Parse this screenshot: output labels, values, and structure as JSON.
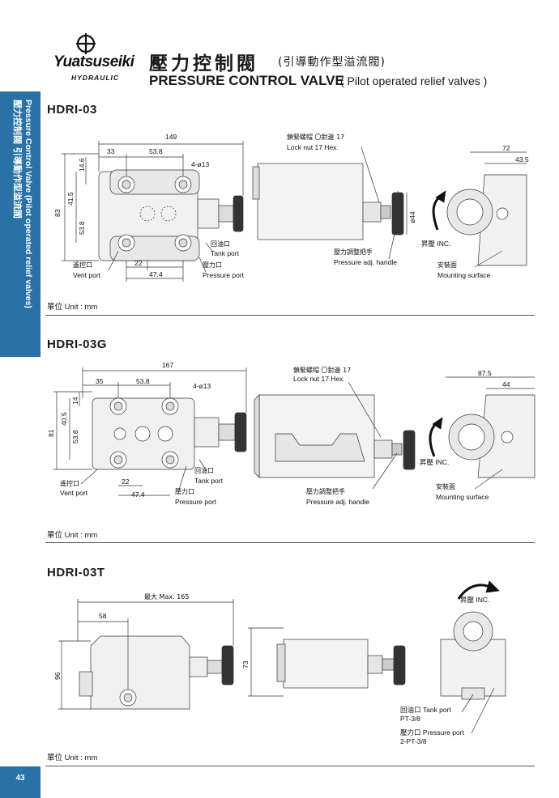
{
  "sidebar": {
    "label_zh": "壓力控制閥  引導動作型溢流閥",
    "label_en": "Pressure Control Valve (Pilot operated relief valves)",
    "color": "#2a72a6"
  },
  "page_number": "43",
  "brand": {
    "name": "Yuatsuseiki",
    "subname": "HYDRAULIC",
    "mark": "circle-cross-icon"
  },
  "header": {
    "title_zh": "壓力控制閥",
    "title_zh_sub": "(引導動作型溢流閥)",
    "title_en": "PRESSURE CONTROL VALVE",
    "title_en_sub": "( Pilot operated relief valves )"
  },
  "sections": [
    {
      "model": "HDRI-03",
      "unit": "單位 Unit : mm",
      "dims": {
        "width": "149",
        "d33": "33",
        "d53_8": "53.8",
        "d14_6": "14.6",
        "d41_5": "41.5",
        "d83": "83",
        "d53_8v": "53.8",
        "d22": "22",
        "d47_4": "47.4",
        "holes": "4-ø13",
        "d72": "72",
        "d43_5": "43.5",
        "d44": "ø44"
      },
      "labels": {
        "lock_zh": "鎖緊螺帽 〇對邊 17",
        "lock_en": "Lock nut 17 Hex.",
        "tank_zh": "回油口",
        "tank_en": "Tank port",
        "pressure_zh": "壓力口",
        "pressure_en": "Pressure port",
        "vent_zh": "遙控口",
        "vent_en": "Vent port",
        "handle_zh": "壓力調整把手",
        "handle_en": "Pressure adj. handle",
        "inc": "昇壓 INC.",
        "mount_zh": "安裝面",
        "mount_en": "Mounting surface"
      }
    },
    {
      "model": "HDRI-03G",
      "unit": "單位 Unit : mm",
      "dims": {
        "width": "167",
        "d35": "35",
        "d53_8": "53.8",
        "d14": "14",
        "d40_5": "40.5",
        "d81": "81",
        "d53_8v": "53.8",
        "d22": "22",
        "d47_4": "47.4",
        "holes": "4-ø13",
        "d87_5": "87.5",
        "d44": "44"
      },
      "labels": {
        "lock_zh": "鎖緊螺帽 〇對邊 17",
        "lock_en": "Lock nut 17 Hex.",
        "tank_zh": "回油口",
        "tank_en": "Tank port",
        "pressure_zh": "壓力口",
        "pressure_en": "Pressure port",
        "vent_zh": "遙控口",
        "vent_en": "Vent port",
        "handle_zh": "壓力調整把手",
        "handle_en": "Pressure adj. handle",
        "inc": "昇壓 INC.",
        "mount_zh": "安裝面",
        "mount_en": "Mounting surface"
      }
    },
    {
      "model": "HDRI-03T",
      "unit": "單位 Unit : mm",
      "dims": {
        "max": "最大 Max. 165",
        "d58": "58",
        "d96": "96",
        "d73": "73"
      },
      "labels": {
        "inc": "昇壓 INC.",
        "tank": "回油口 Tank port",
        "tank_thread": "PT-3/8",
        "pressure": "壓力口 Pressure port",
        "pressure_thread": "2-PT-3/8"
      }
    }
  ]
}
